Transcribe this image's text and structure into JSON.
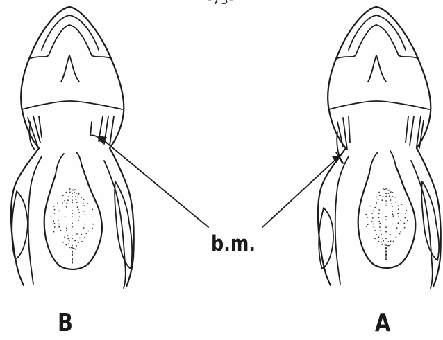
{
  "page_number": "-73-",
  "labels": {
    "pointer_label": "b.m.",
    "left_specimen": "B",
    "right_specimen": "A"
  },
  "colors": {
    "ink": "#1c1c1c",
    "paper": "#fefefe"
  }
}
